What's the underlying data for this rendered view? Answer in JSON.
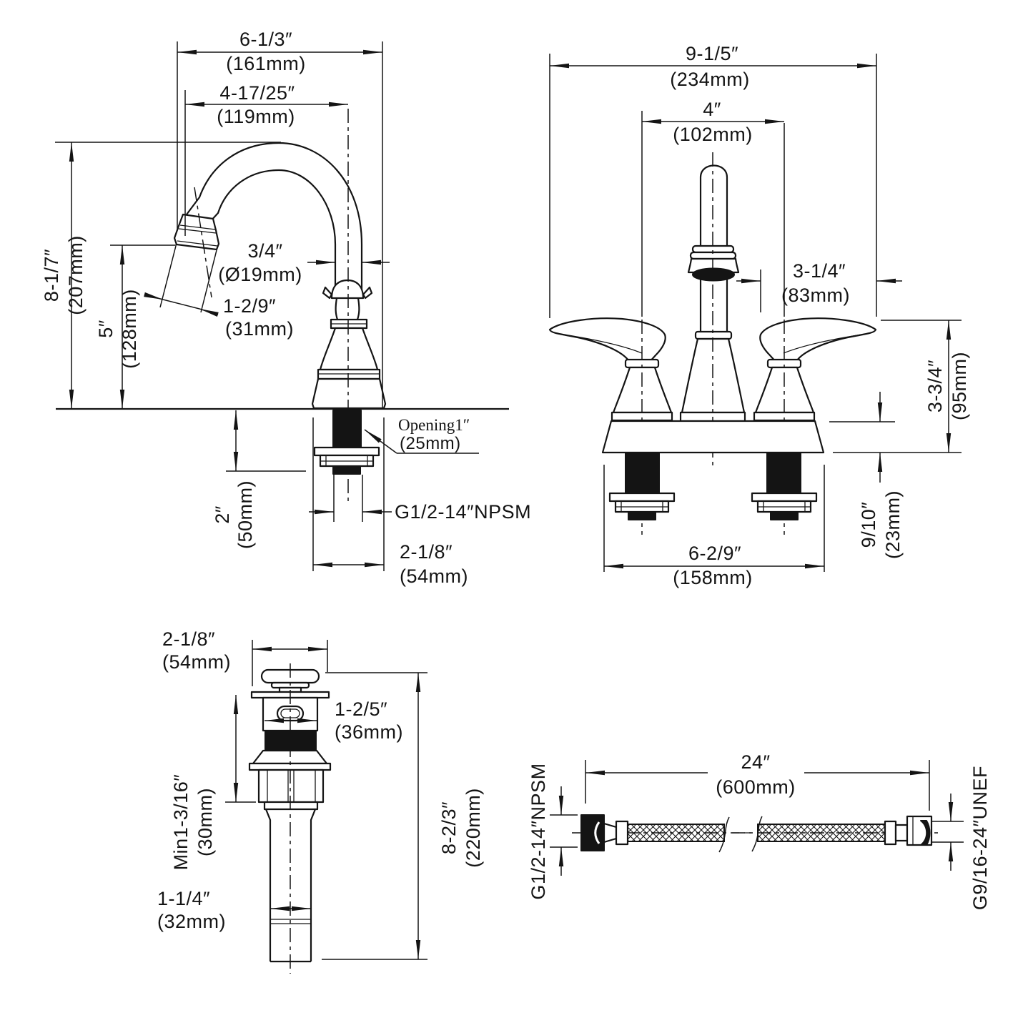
{
  "drawing_type": "faucet installation dimensional drawing",
  "colors": {
    "line": "#141414",
    "background": "#ffffff"
  },
  "figures": {
    "fig1": {
      "name": "faucet side view",
      "overall_width_in": "6-1/3″",
      "overall_width_mm": "(161mm)",
      "reach_in": "4-17/25″",
      "reach_mm": "(119mm)",
      "height_in": "8-1/7″",
      "height_mm": "(207mm)",
      "spout_height_in": "5″",
      "spout_height_mm": "(128mm)",
      "spout_dia_in": "3/4″",
      "spout_dia_mm": "(Ø19mm)",
      "tip_in": "1-2/9″",
      "tip_mm": "(31mm)",
      "opening_label": "Opening1″",
      "opening_mm": "(25mm)",
      "under_in": "2″",
      "under_mm": "(50mm)",
      "thread_label": "G1/2-14″NPSM",
      "base_in": "2-1/8″",
      "base_mm": "(54mm)"
    },
    "fig2": {
      "name": "faucet front view",
      "overall_in": "9-1/5″",
      "overall_mm": "(234mm)",
      "centers_in": "4″",
      "centers_mm": "(102mm)",
      "offset_in": "3-1/4″",
      "offset_mm": "(83mm)",
      "handle_height_in": "3-3/4″",
      "handle_height_mm": "(95mm)",
      "deck_in": "9/10″",
      "deck_mm": "(23mm)",
      "base_in": "6-2/9″",
      "base_mm": "(158mm)"
    },
    "fig3": {
      "name": "pop-up drain assembly",
      "cap_in": "2-1/8″",
      "cap_mm": "(54mm)",
      "body_in": "1-2/5″",
      "body_mm": "(36mm)",
      "min_in": "Min1-3/16″",
      "min_mm": "(30mm)",
      "tail_in": "1-1/4″",
      "tail_mm": "(32mm)",
      "length_in": "8-2/3″",
      "length_mm": "(220mm)"
    },
    "fig4": {
      "name": "supply hose",
      "length_in": "24″",
      "length_mm": "(600mm)",
      "left_thread": "G1/2-14″NPSM",
      "right_thread": "G9/16-24″UNEF"
    }
  }
}
